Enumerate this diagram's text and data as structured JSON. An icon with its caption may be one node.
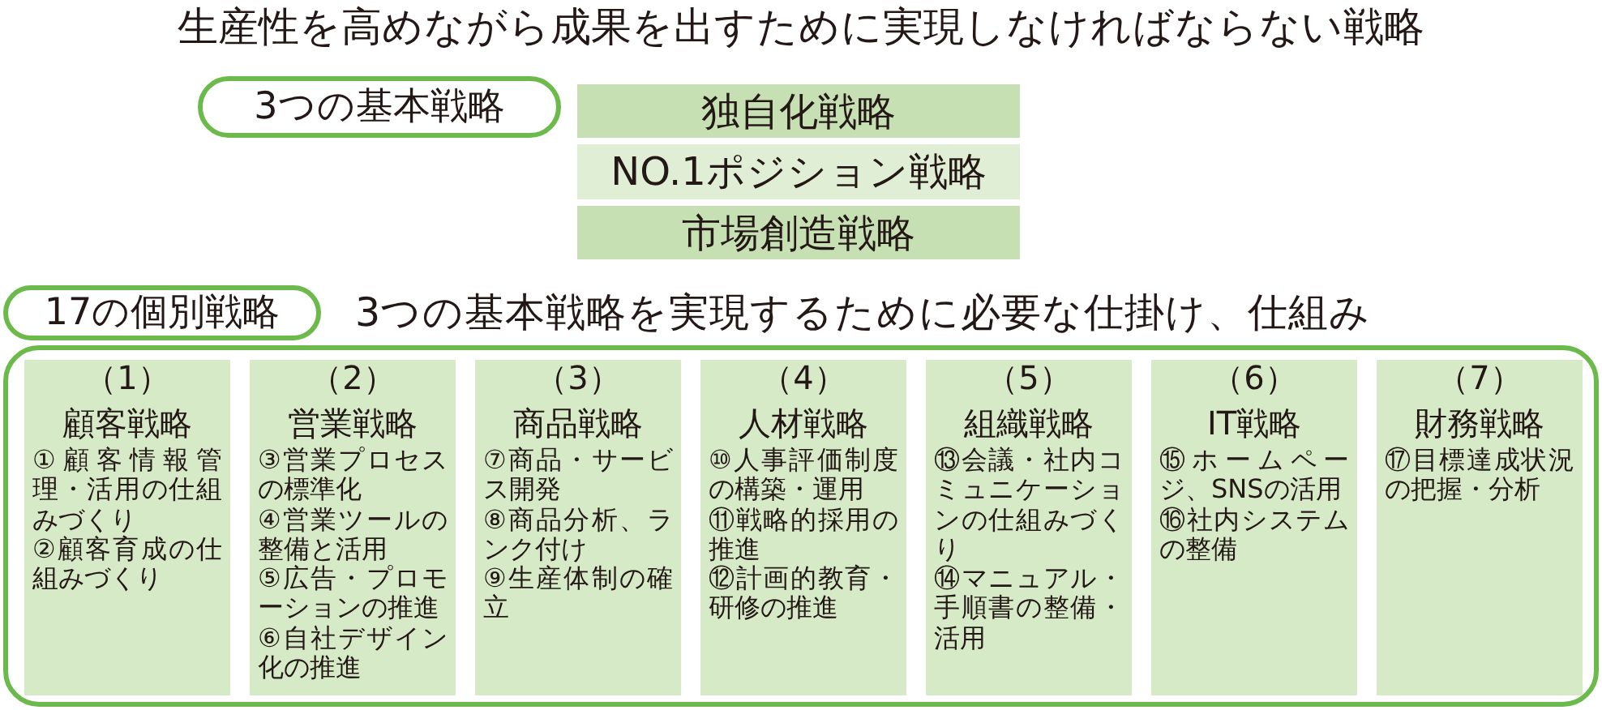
{
  "diagram": {
    "title": "生産性を高めながら成果を出すために実現しなければならない戦略",
    "nodes": [
      {
        "text": [
          "3つの基本戦略"
        ]
      },
      {
        "text": [
          "独自化戦略"
        ]
      },
      {
        "text": [
          "NO.1ポジション戦略"
        ]
      },
      {
        "text": [
          "市場創造戦略"
        ]
      },
      {
        "text": [
          "17の個別戦略"
        ],
        "beside": [
          "3つの基本戦略を実現するために必要な仕掛け、仕組み"
        ]
      },
      {
        "text": [],
        "shape": "box"
      },
      {
        "text": [
          "（1）",
          "顧客戦略",
          "①顧客情報管理・活用の仕組みづくり",
          "②顧客育成の仕組みづくり"
        ],
        "in": 5
      },
      {
        "text": [
          "（2）",
          "営業戦略",
          "③営業プロセスの標準化",
          "④営業ツールの整備と活用",
          "⑤広告・プロモーションの推進",
          "⑥自社デザイン化の推進"
        ],
        "in": 5
      },
      {
        "text": [
          "（3）",
          "商品戦略",
          "⑦商品・サービス開発",
          "⑧商品分析、ランク付け",
          "⑨生産体制の確立"
        ],
        "in": 5
      },
      {
        "text": [
          "（4）",
          "人材戦略",
          "⑩人事評価制度の構築・運用",
          "⑪戦略的採用の推進",
          "⑫計画的教育・研修の推進"
        ],
        "in": 5
      },
      {
        "text": [
          "（5）",
          "組織戦略",
          "⑬会議・社内コミュニケーションの仕組みづくり",
          "⑭マニュアル・手順書の整備・活用"
        ],
        "in": 5
      },
      {
        "text": [
          "（6）",
          "IT戦略",
          "⑮ホームページ、SNSの活用",
          "⑯社内システムの整備"
        ],
        "in": 5
      },
      {
        "text": [
          "（7）",
          "財務戦略",
          "⑰目標達成状況の把握・分析"
        ],
        "in": 5
      }
    ]
  }
}
